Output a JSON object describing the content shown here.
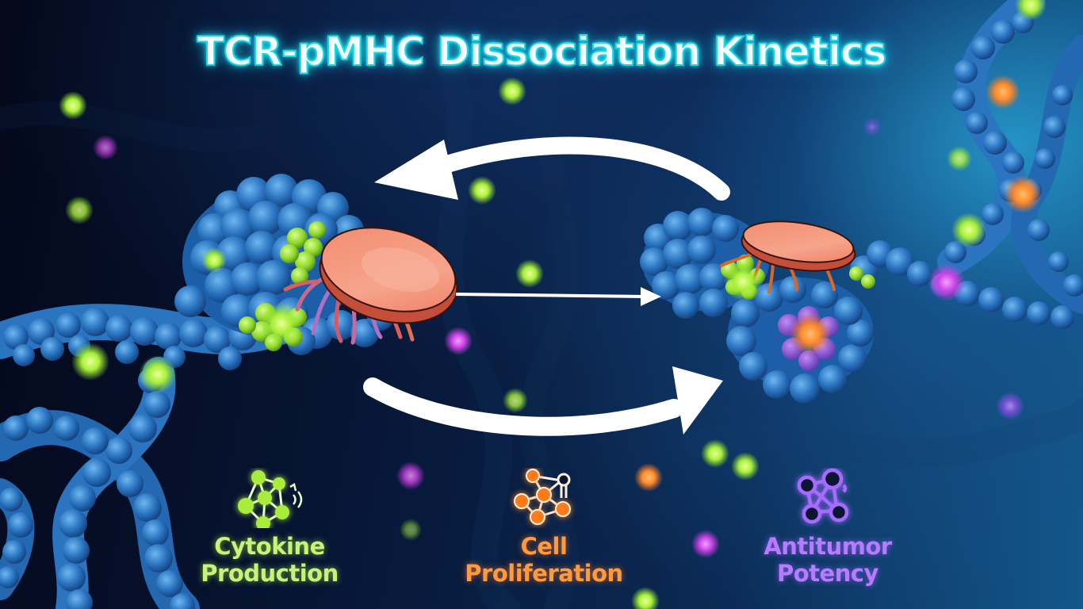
{
  "title": "TCR-pMHC Dissociation Kinetics",
  "diagram": {
    "left_complex": "tcr-pmhc-bound-complex",
    "right_complex": "tcr-pmhc-dissociating-complex",
    "arrows": [
      {
        "name": "upper-curved-arrow",
        "direction": "right-to-left"
      },
      {
        "name": "middle-straight-arrow",
        "direction": "left-to-right"
      },
      {
        "name": "lower-curved-arrow",
        "direction": "left-to-right"
      }
    ]
  },
  "outcomes": [
    {
      "line1": "Cytokine",
      "line2": "Production",
      "color": "#b7f04a",
      "icon": "cytokine-network-icon"
    },
    {
      "line1": "Cell",
      "line2": "Proliferation",
      "color": "#ff8a1e",
      "icon": "proliferation-network-icon"
    },
    {
      "line1": "Antitumor",
      "line2": "Potency",
      "color": "#a56bff",
      "icon": "antitumor-network-icon"
    }
  ],
  "colors": {
    "title_glow": "#19d6e6",
    "protein_blue": "#2a78c4",
    "tcr_disc": "#f07a5c",
    "glow_green": "#b7f04a",
    "glow_orange": "#ff8a2a",
    "glow_magenta": "#d04ce0"
  }
}
